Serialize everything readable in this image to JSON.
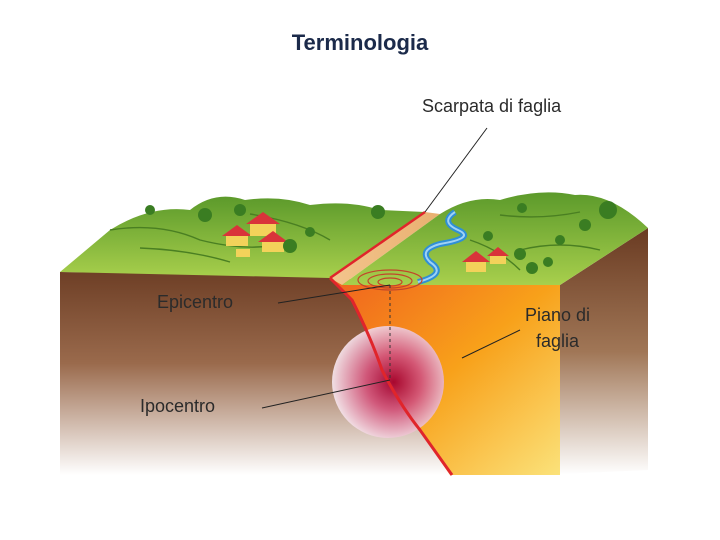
{
  "title": "Terminologia",
  "labels": {
    "fault_scarp": "Scarpata di faglia",
    "epicenter": "Epicentro",
    "hypocenter": "Ipocentro",
    "fault_plane_line1": "Piano di",
    "fault_plane_line2": "faglia"
  },
  "colors": {
    "title": "#1b2a4a",
    "grass": "#7fb53a",
    "soil": "#7a4a30",
    "fault_plane": "#f7a21b",
    "fault_line": "#e0252b",
    "focus": "#b0123c",
    "river": "#2f8fd6",
    "house_roof": "#d9343a",
    "house_wall": "#f3d25a"
  },
  "icons": [
    "house-icon",
    "tree-icon",
    "river-icon",
    "seismic-wave-icon"
  ]
}
